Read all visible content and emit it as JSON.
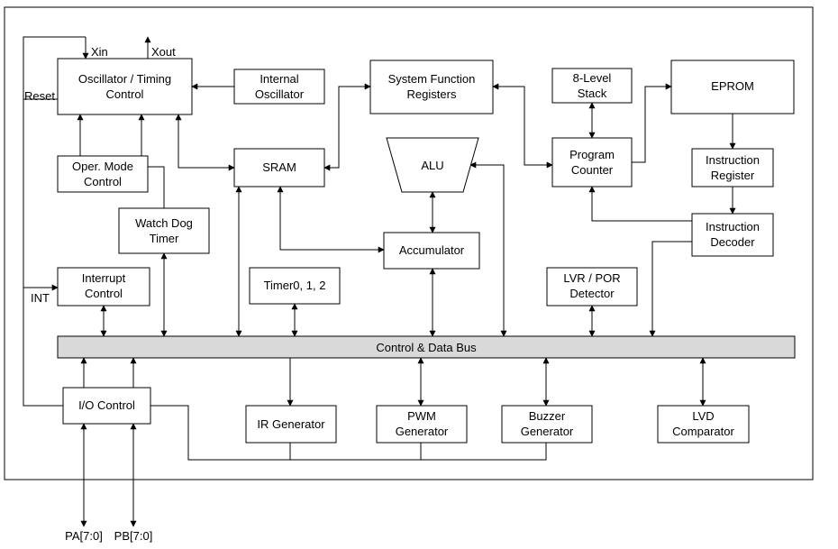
{
  "blocks": {
    "oscillator": [
      "Oscillator / Timing",
      "Control"
    ],
    "internal_osc": [
      "Internal",
      "Oscillator"
    ],
    "sfr": [
      "System Function",
      "Registers"
    ],
    "stack": [
      "8-Level",
      "Stack"
    ],
    "eprom": [
      "EPROM"
    ],
    "oper_mode": [
      "Oper. Mode",
      "Control"
    ],
    "sram": [
      "SRAM"
    ],
    "alu": [
      "ALU"
    ],
    "program_counter": [
      "Program",
      "Counter"
    ],
    "instruction_register": [
      "Instruction",
      "Register"
    ],
    "watchdog": [
      "Watch Dog",
      "Timer"
    ],
    "accumulator": [
      "Accumulator"
    ],
    "instruction_decoder": [
      "Instruction",
      "Decoder"
    ],
    "interrupt": [
      "Interrupt",
      "Control"
    ],
    "timer": [
      "Timer0, 1, 2"
    ],
    "lvr": [
      "LVR / POR",
      "Detector"
    ],
    "bus": [
      "Control & Data Bus"
    ],
    "io_control": [
      "I/O Control"
    ],
    "ir_gen": [
      "IR Generator"
    ],
    "pwm": [
      "PWM",
      "Generator"
    ],
    "buzzer": [
      "Buzzer",
      "Generator"
    ],
    "lvd": [
      "LVD",
      "Comparator"
    ]
  },
  "signals": {
    "xin": "Xin",
    "xout": "Xout",
    "reset": "Reset",
    "int": "INT",
    "pa": "PA[7:0]",
    "pb": "PB[7:0]"
  }
}
